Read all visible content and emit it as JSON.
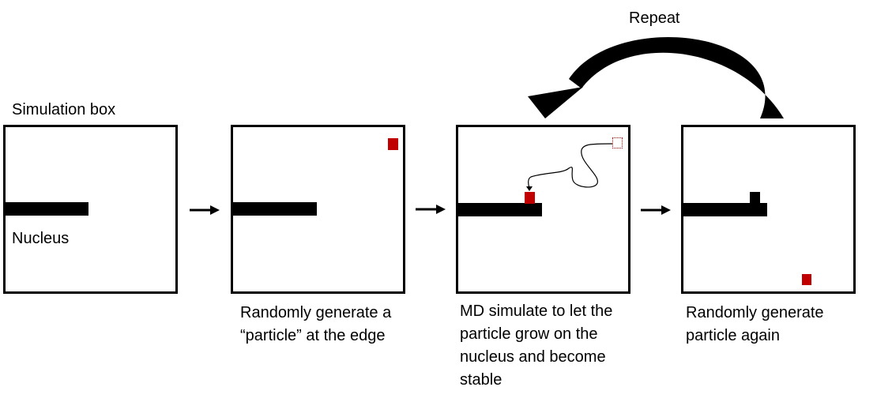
{
  "labels": {
    "repeat": "Repeat",
    "simulation_box": "Simulation box",
    "nucleus": "Nucleus"
  },
  "captions": {
    "step2": [
      "Randomly generate a",
      "“particle” at the edge"
    ],
    "step3": [
      "MD simulate to let the",
      "particle grow on the",
      "nucleus and become",
      "stable"
    ],
    "step4": [
      "Randomly generate",
      "particle again"
    ]
  },
  "colors": {
    "particle": "#c00000",
    "line": "#000000",
    "background": "#ffffff"
  },
  "icons": {
    "flow_arrow": "right-arrow-icon",
    "loop_arrow": "curved-repeat-arrow-icon"
  }
}
